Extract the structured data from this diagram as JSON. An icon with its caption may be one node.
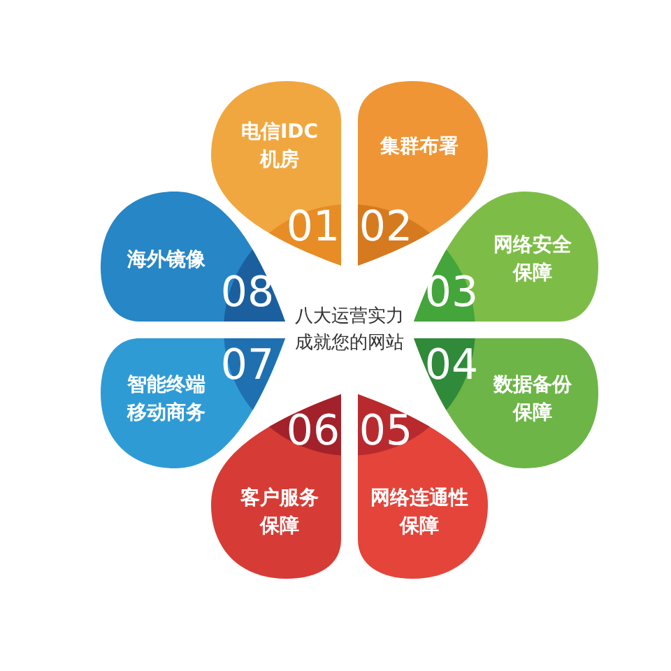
{
  "diagram": {
    "nodes": [
      {
        "text": [
          "电信IDC机房",
          "01"
        ]
      },
      {
        "text": [
          "集群布署",
          "02"
        ]
      },
      {
        "text": [
          "网络安全保障",
          "03"
        ]
      },
      {
        "text": [
          "数据备份保障",
          "04"
        ]
      },
      {
        "text": [
          "05",
          "网络连通性保障"
        ]
      },
      {
        "text": [
          "06",
          "客户服务保障"
        ]
      },
      {
        "text": [
          "智能终端移动商务",
          "07"
        ]
      },
      {
        "text": [
          "海外镜像",
          "08"
        ]
      },
      {
        "text": [
          "八大运营实力成就您的网站"
        ]
      }
    ]
  }
}
